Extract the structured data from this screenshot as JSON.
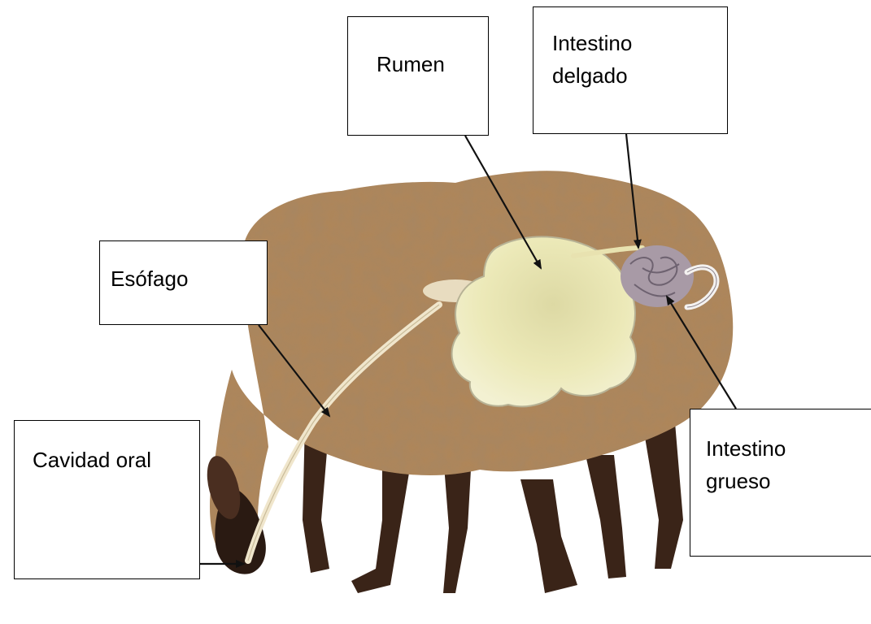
{
  "diagram": {
    "labels": {
      "rumen": "Rumen",
      "intestino_delgado": [
        "Intestino",
        "delgado"
      ],
      "esofago": "Esófago",
      "cavidad_oral": "Cavidad oral",
      "intestino_grueso": [
        "Intestino",
        "grueso"
      ]
    },
    "colors": {
      "wool": "#b08658",
      "wool_dark": "#8a6440",
      "legs": "#3a2418",
      "face": "#2a1a12",
      "rumen": "#ece9b8",
      "esophagus": "#e8dcc0",
      "intestine": "#a89aa6",
      "arrow": "#111111"
    }
  }
}
